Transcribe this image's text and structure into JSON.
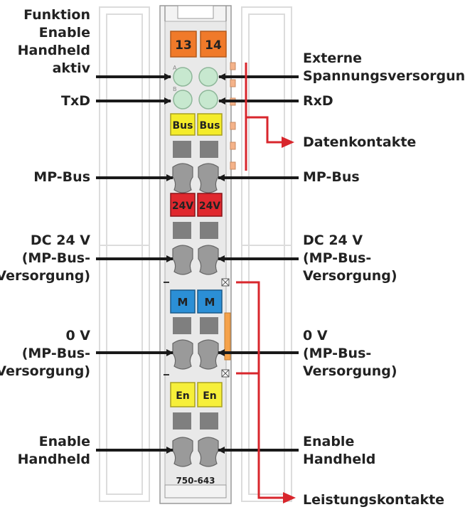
{
  "left_labels": [
    {
      "key": "funktion",
      "lines": [
        "Funktion",
        "Enable",
        "Handheld",
        "aktiv"
      ]
    },
    {
      "key": "txd",
      "lines": [
        "TxD"
      ]
    },
    {
      "key": "mpbus",
      "lines": [
        "MP-Bus"
      ]
    },
    {
      "key": "dc24",
      "lines": [
        "DC 24 V",
        "(MP-Bus-",
        "Versorgung)"
      ]
    },
    {
      "key": "zero",
      "lines": [
        "0 V",
        "(MP-Bus-",
        "Versorgung)"
      ]
    },
    {
      "key": "enable",
      "lines": [
        "Enable",
        "Handheld"
      ]
    }
  ],
  "right_labels": [
    {
      "key": "extern",
      "lines": [
        "Externe",
        "Spannungsversorgung"
      ]
    },
    {
      "key": "rxd",
      "lines": [
        "RxD"
      ]
    },
    {
      "key": "daten",
      "lines": [
        "Datenkontakte"
      ]
    },
    {
      "key": "mpbus",
      "lines": [
        "MP-Bus"
      ]
    },
    {
      "key": "dc24",
      "lines": [
        "DC 24 V",
        "(MP-Bus-",
        "Versorgung)"
      ]
    },
    {
      "key": "zero",
      "lines": [
        "0 V",
        "(MP-Bus-",
        "Versorgung)"
      ]
    },
    {
      "key": "enable",
      "lines": [
        "Enable",
        "Handheld"
      ]
    },
    {
      "key": "leistung",
      "lines": [
        "Leistungskontakte"
      ]
    }
  ],
  "module": {
    "terminal_13": "13",
    "terminal_14": "14",
    "led_a": "A",
    "led_b": "B",
    "bus_1": "Bus",
    "bus_2": "Bus",
    "v24_1": "24V",
    "v24_2": "24V",
    "m_1": "M",
    "m_2": "M",
    "en_1": "En",
    "en_2": "En",
    "part_number": "750-643"
  },
  "colors": {
    "orange": "#f07a2a",
    "led_green": "#c7e8cf",
    "bus_yellow": "#f4ec2a",
    "v24_red": "#e0282e",
    "m_blue": "#2b8fd6",
    "en_yellow": "#f6ef3a",
    "arrow_red": "#d8262c",
    "arrow_black": "#1a1a1a"
  }
}
